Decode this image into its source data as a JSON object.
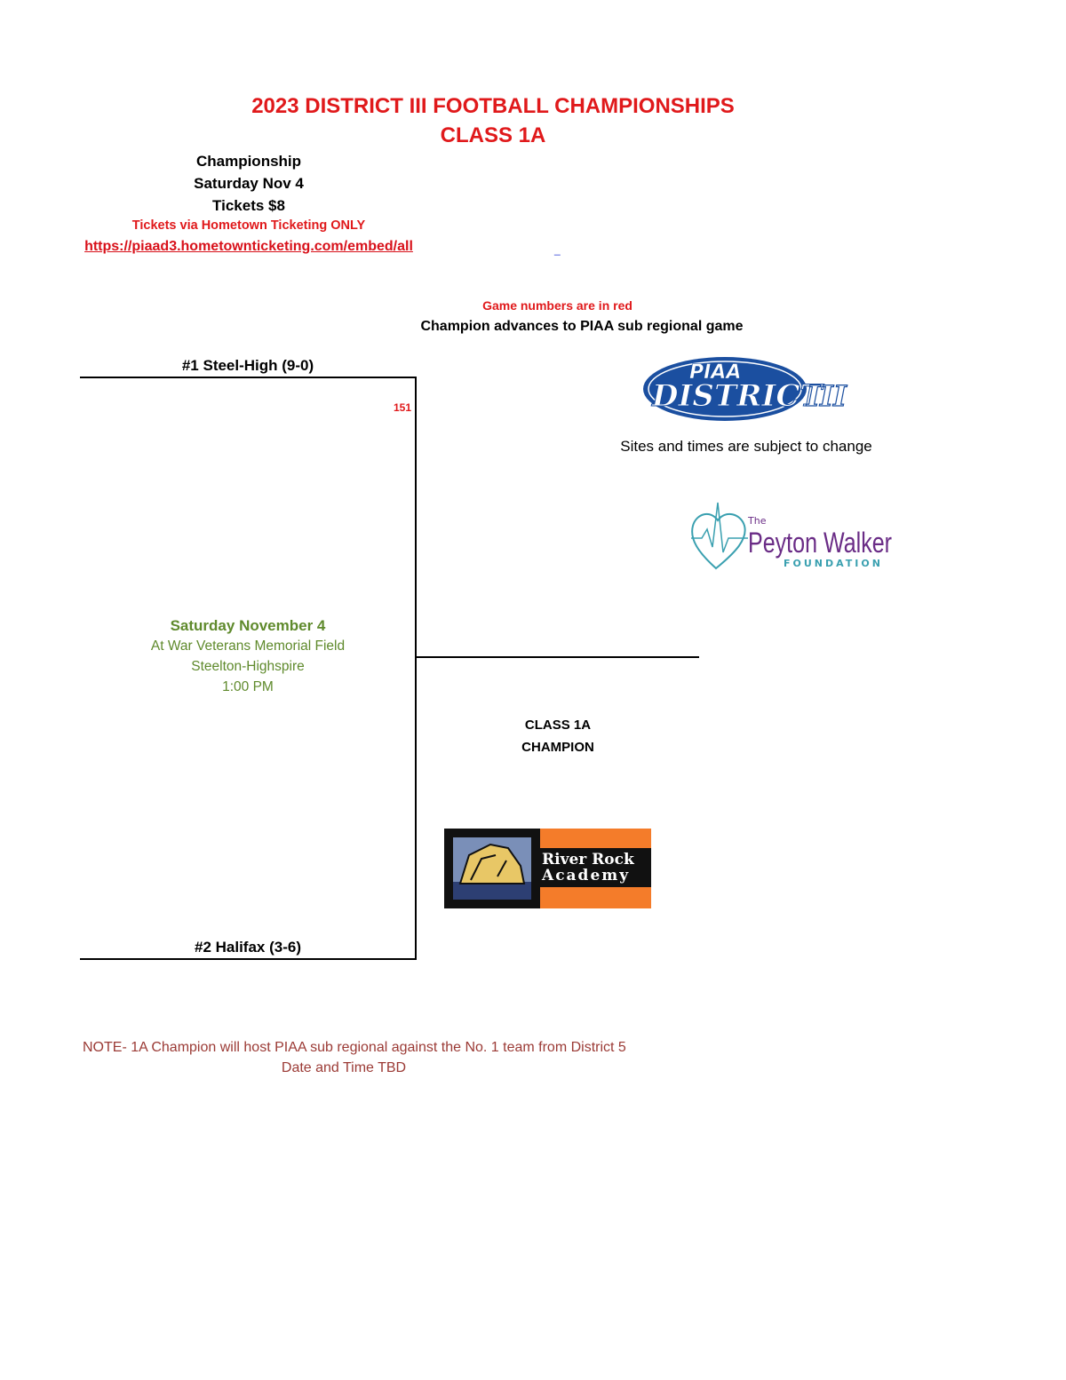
{
  "header": {
    "title_line1": "2023 DISTRICT III FOOTBALL CHAMPIONSHIPS",
    "title_line2": "CLASS 1A"
  },
  "info": {
    "round": "Championship",
    "date": "Saturday Nov 4",
    "tickets": "Tickets $8",
    "tickets_note": "Tickets via Hometown Ticketing ONLY",
    "url": "https://piaad3.hometownticketing.com/embed/all",
    "stray_link": "_"
  },
  "bracket": {
    "game_numbers_note": "Game numbers are in red",
    "advance_note": "Champion advances to PIAA sub regional game",
    "team_top": "#1 Steel-High (9-0)",
    "team_bottom": "#2 Halifax (3-6)",
    "game_number": "151",
    "game_day": "Saturday November 4",
    "venue": "At War Veterans Memorial Field",
    "location": "Steelton-Highspire",
    "time": "1:00 PM",
    "champion_line1": "CLASS 1A",
    "champion_line2": "CHAMPION"
  },
  "sponsors": {
    "piaa_logo_text1": "PIAA",
    "piaa_logo_text2": "DISTRICT",
    "piaa_logo_text3": "III",
    "subject_note": "Sites and times are subject to change",
    "peyton_the": "The",
    "peyton_name": "Peyton Walker",
    "peyton_foundation": "FOUNDATION",
    "riverrock_line1": "River Rock",
    "riverrock_line2": "Academy"
  },
  "footer": {
    "note_line1": "NOTE- 1A Champion will host PIAA sub regional against the No. 1 team from District 5",
    "note_line2": "Date and Time TBD"
  },
  "colors": {
    "title_red": "#e0191b",
    "venue_green": "#5f8a2c",
    "note_brown": "#9b3a35",
    "piaa_blue": "#1b4fa0",
    "peyton_purple": "#6a2c86",
    "peyton_teal": "#3aa0b0",
    "riverrock_orange": "#f47c2a"
  }
}
